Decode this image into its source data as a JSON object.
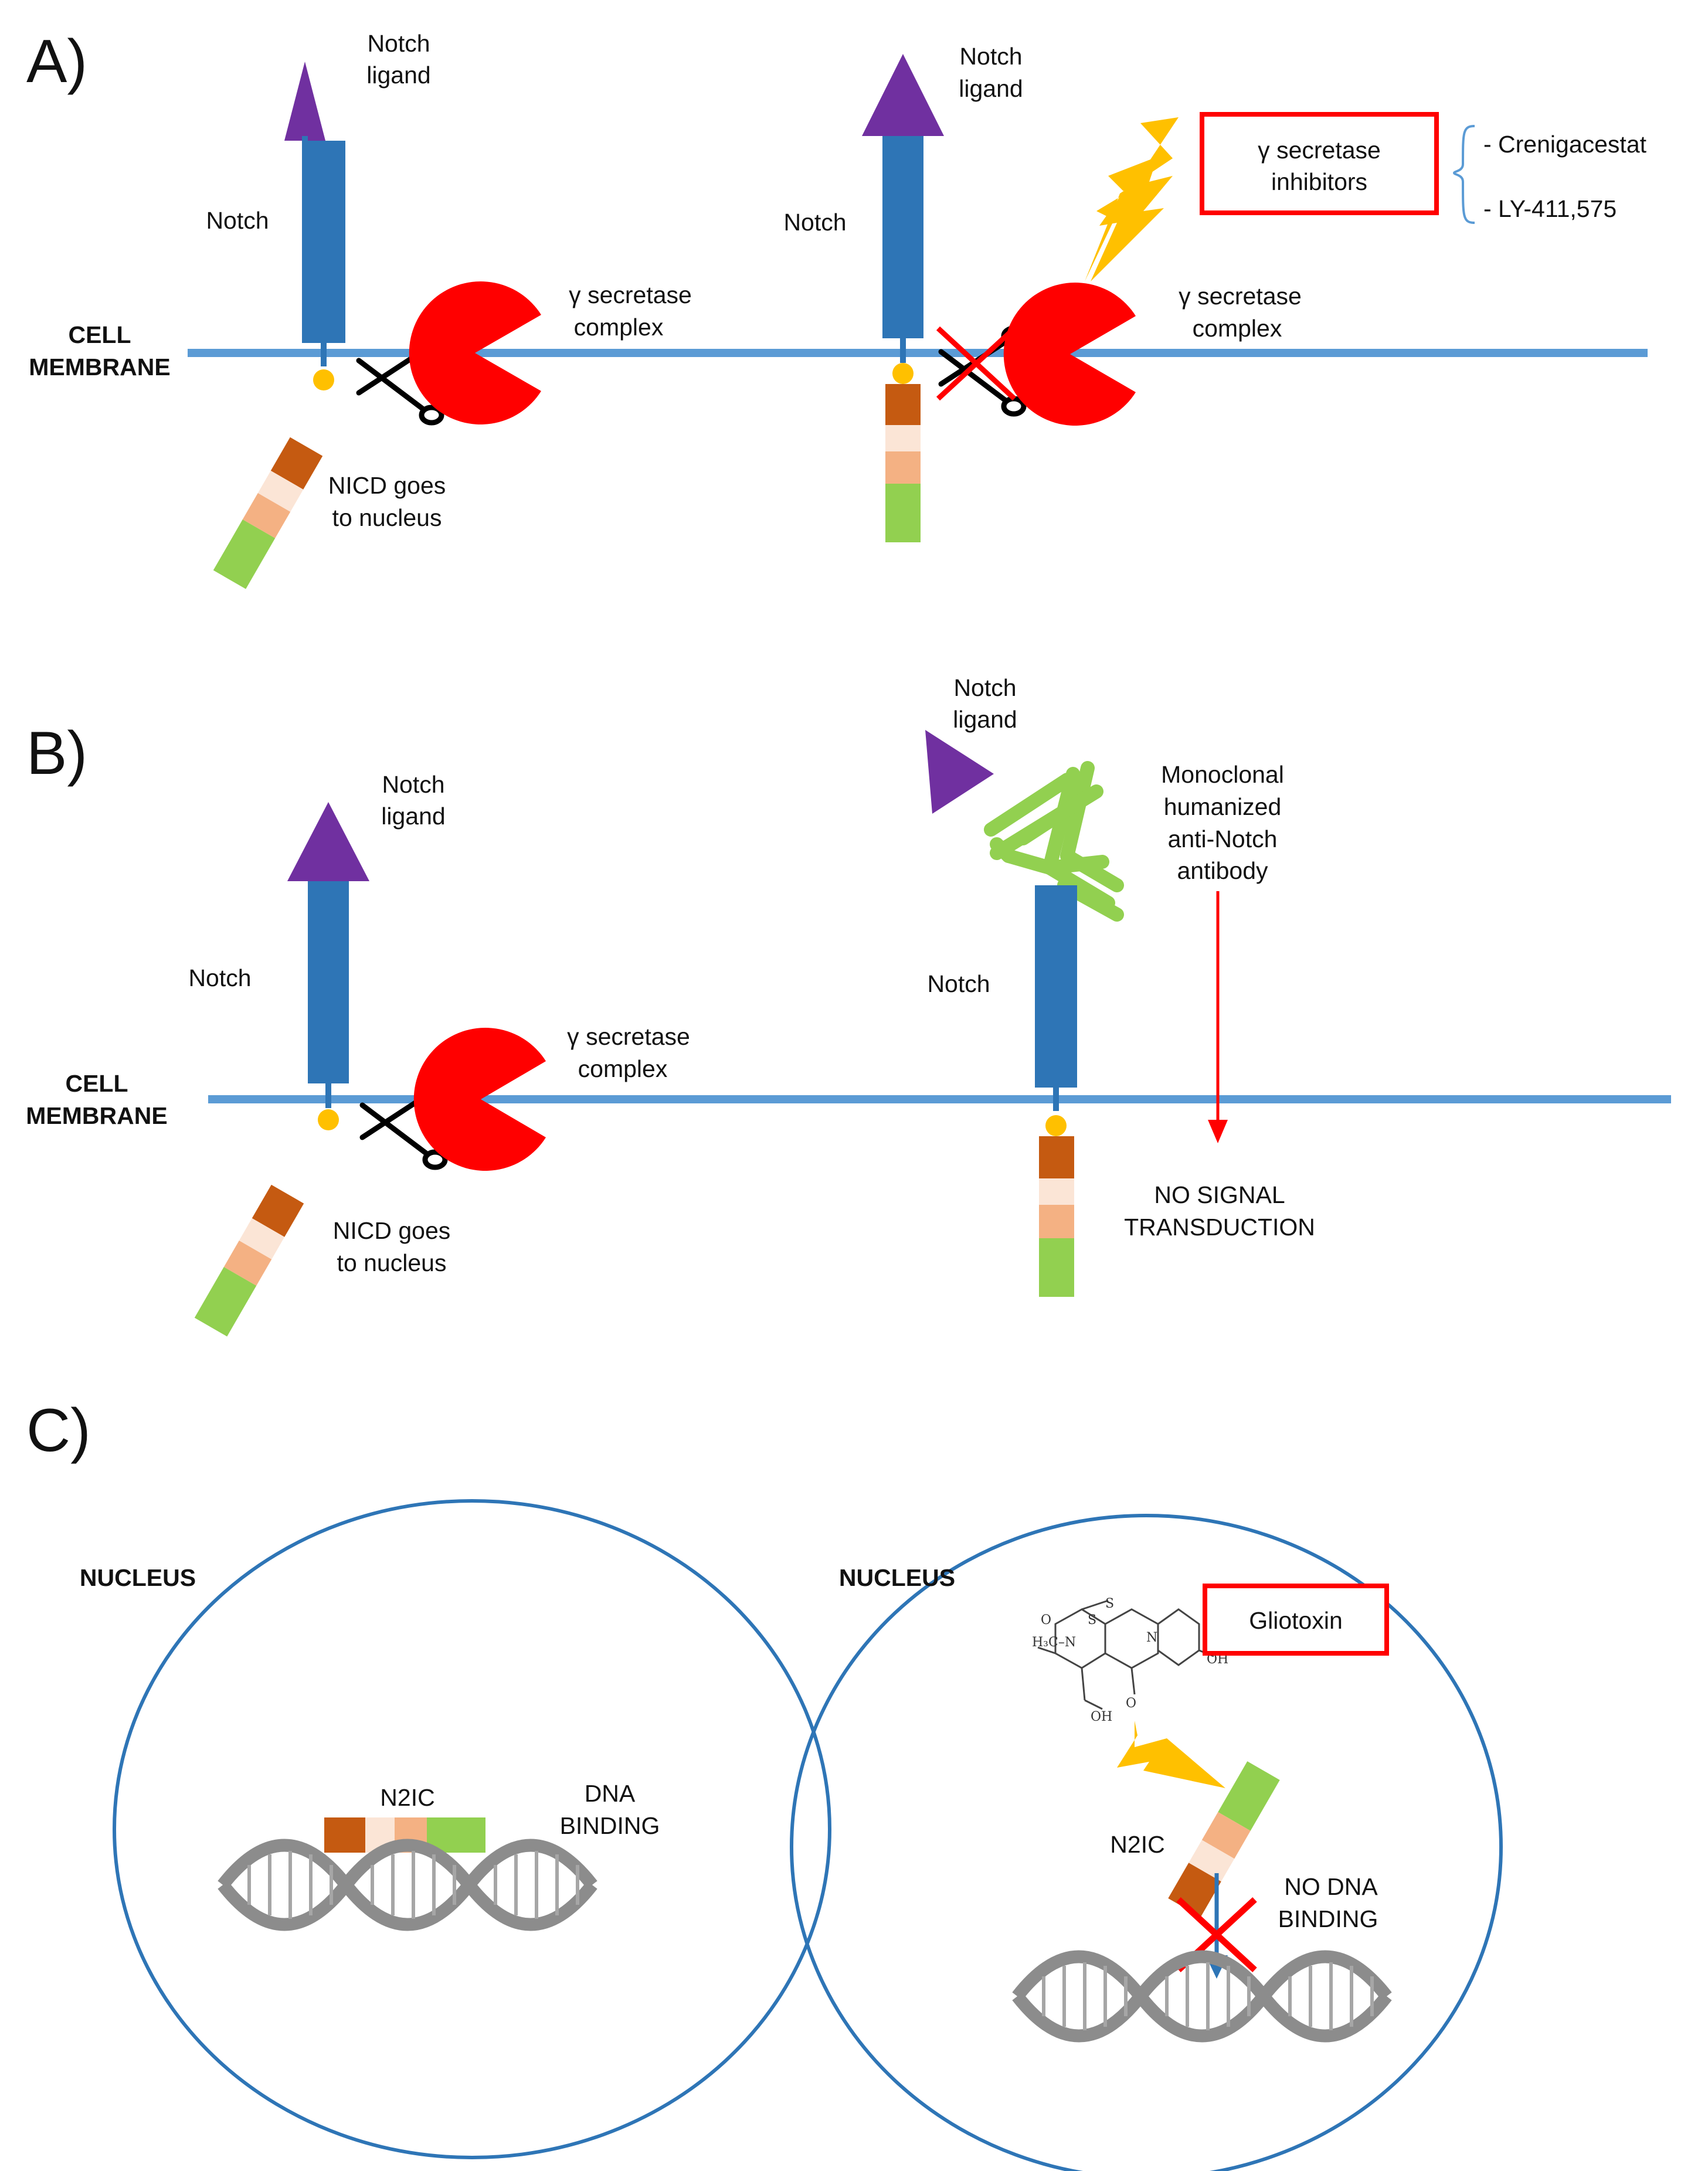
{
  "panels": {
    "a": "A)",
    "b": "B)",
    "c": "C)"
  },
  "panel_a": {
    "left": {
      "ligand_line1": "Notch",
      "ligand_line2": "ligand",
      "notch": "Notch",
      "membrane_line1": "CELL",
      "membrane_line2": "MEMBRANE",
      "secretase_line1": "γ secretase",
      "secretase_line2": "complex",
      "nicd_line1": "NICD goes",
      "nicd_line2": "to nucleus"
    },
    "right": {
      "ligand_line1": "Notch",
      "ligand_line2": "ligand",
      "notch": "Notch",
      "secretase_line1": "γ secretase",
      "secretase_line2": "complex",
      "inhibitor_line1": "γ secretase",
      "inhibitor_line2": "inhibitors",
      "drugs": [
        "- Crenigacestat",
        "- LY-411,575"
      ]
    }
  },
  "panel_b": {
    "left": {
      "ligand_line1": "Notch",
      "ligand_line2": "ligand",
      "notch": "Notch",
      "membrane_line1": "CELL",
      "membrane_line2": "MEMBRANE",
      "secretase_line1": "γ secretase",
      "secretase_line2": "complex",
      "nicd_line1": "NICD goes",
      "nicd_line2": "to nucleus"
    },
    "right": {
      "ligand_line1": "Notch",
      "ligand_line2": "ligand",
      "antibody_lines": [
        "Monoclonal",
        "humanized",
        "anti-Notch",
        "antibody"
      ],
      "notch": "Notch",
      "no_signal_line1": "NO SIGNAL",
      "no_signal_line2": "TRANSDUCTION"
    }
  },
  "panel_c": {
    "left": {
      "nucleus": "NUCLEUS",
      "n2ic": "N2IC",
      "dna_line1": "DNA",
      "dna_line2": "BINDING"
    },
    "right": {
      "nucleus": "NUCLEUS",
      "drug": "Gliotoxin",
      "n2ic": "N2IC",
      "no_dna_line1": "NO DNA",
      "no_dna_line2": "BINDING",
      "chem_labels": [
        "O",
        "S",
        "S",
        "N",
        "OH",
        "H₃C–N",
        "O",
        "OH"
      ]
    }
  },
  "colors": {
    "membrane": "#5b9bd5",
    "notch": "#2e75b6",
    "ligand": "#7030a0",
    "secretase": "#ff0000",
    "knob": "#ffc000",
    "nicd_1": "#c55a11",
    "nicd_2": "#fbe5d6",
    "nicd_3": "#f4b183",
    "nicd_4": "#92d050",
    "antibody": "#92d050",
    "lightning": "#ffc000",
    "inhibitor_box": "#ff0000",
    "nucleus": "#2e75b6",
    "dna": "#8c8c8c",
    "arrow_red": "#ff0000",
    "arrow_blue": "#2e75b6"
  }
}
